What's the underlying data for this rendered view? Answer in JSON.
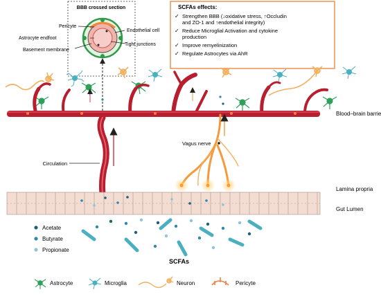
{
  "bbb_section": {
    "title": "BBB crossed section",
    "labels": {
      "pericyte": "Pericyte",
      "astrocyte_endfoot": "Astrocyte endfoot",
      "basement_membrane": "Basement membrane",
      "endothelial_cell": "Endothelial cell",
      "tight_junctions": "Tight junctions"
    }
  },
  "effects_box": {
    "title": "SCFAs effects:",
    "items": [
      "Strengthen BBB (↓oxidative stress, ↑Occludin and ZO-1 and ↑endothelial integrity)",
      "Reduce Microglial Activation and cytokine production",
      "Improve remyelinization",
      "Regulate Astrocytes via AhR"
    ],
    "border_color": "#e8823a"
  },
  "region_labels": {
    "bbb": "Blood–brain barrier",
    "lamina_propria": "Lamina propria",
    "gut_lumen": "Gut Lumen"
  },
  "pathway_labels": {
    "circulation": "Circulation",
    "vagus_nerve": "Vagus nerve"
  },
  "scfa_legend": {
    "items": [
      {
        "label": "Acetate",
        "color": "#1f5f7a"
      },
      {
        "label": "Butyrate",
        "color": "#2f8aa8"
      },
      {
        "label": "Propionate",
        "color": "#8fc3da"
      }
    ],
    "caption": "SCFAs"
  },
  "cell_legend": {
    "items": [
      {
        "label": "Astrocyte",
        "icon": "astrocyte-icon",
        "color": "#2fa05a"
      },
      {
        "label": "Microglia",
        "icon": "microglia-icon",
        "color": "#4ab0c0"
      },
      {
        "label": "Neuron",
        "icon": "neuron-icon",
        "color": "#f0b060"
      },
      {
        "label": "Pericyte",
        "icon": "pericyte-icon",
        "color": "#f08040"
      }
    ]
  },
  "colors": {
    "vessel": "#b81e2e",
    "nerve": "#f59a3a",
    "epithelium": "#f3ddd2"
  }
}
